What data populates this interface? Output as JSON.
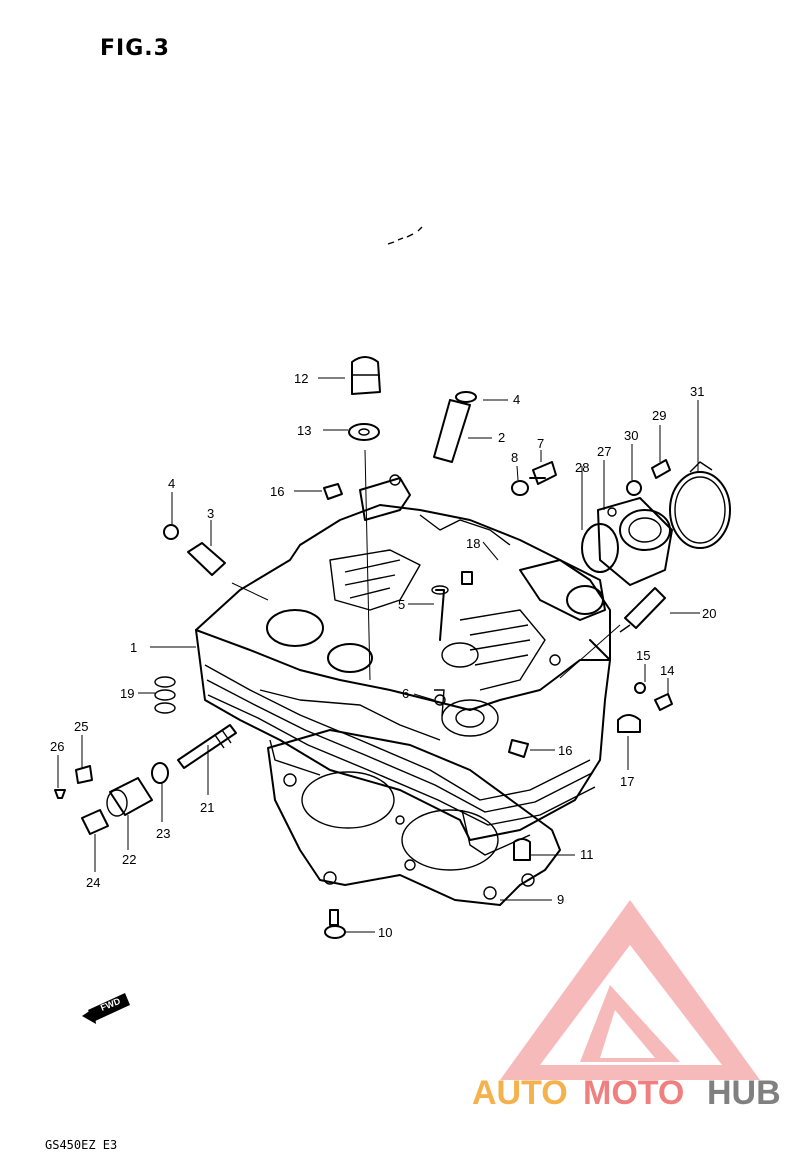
{
  "figure": {
    "title": "FIG.3",
    "model_code": "GS450EZ E3"
  },
  "fwd_tag": "FWD",
  "watermark": {
    "logo_part1": "AUTO",
    "logo_part2": "MOTO",
    "logo_part3": "HUB",
    "color_red": "#f08080",
    "color_orange": "#f5b14c",
    "color_gray": "#808080"
  },
  "callouts": [
    "1",
    "2",
    "3",
    "4",
    "4",
    "5",
    "6",
    "7",
    "8",
    "9",
    "10",
    "11",
    "12",
    "13",
    "14",
    "15",
    "16",
    "16",
    "17",
    "18",
    "19",
    "20",
    "21",
    "22",
    "23",
    "24",
    "25",
    "26",
    "27",
    "28",
    "29",
    "30",
    "31"
  ]
}
